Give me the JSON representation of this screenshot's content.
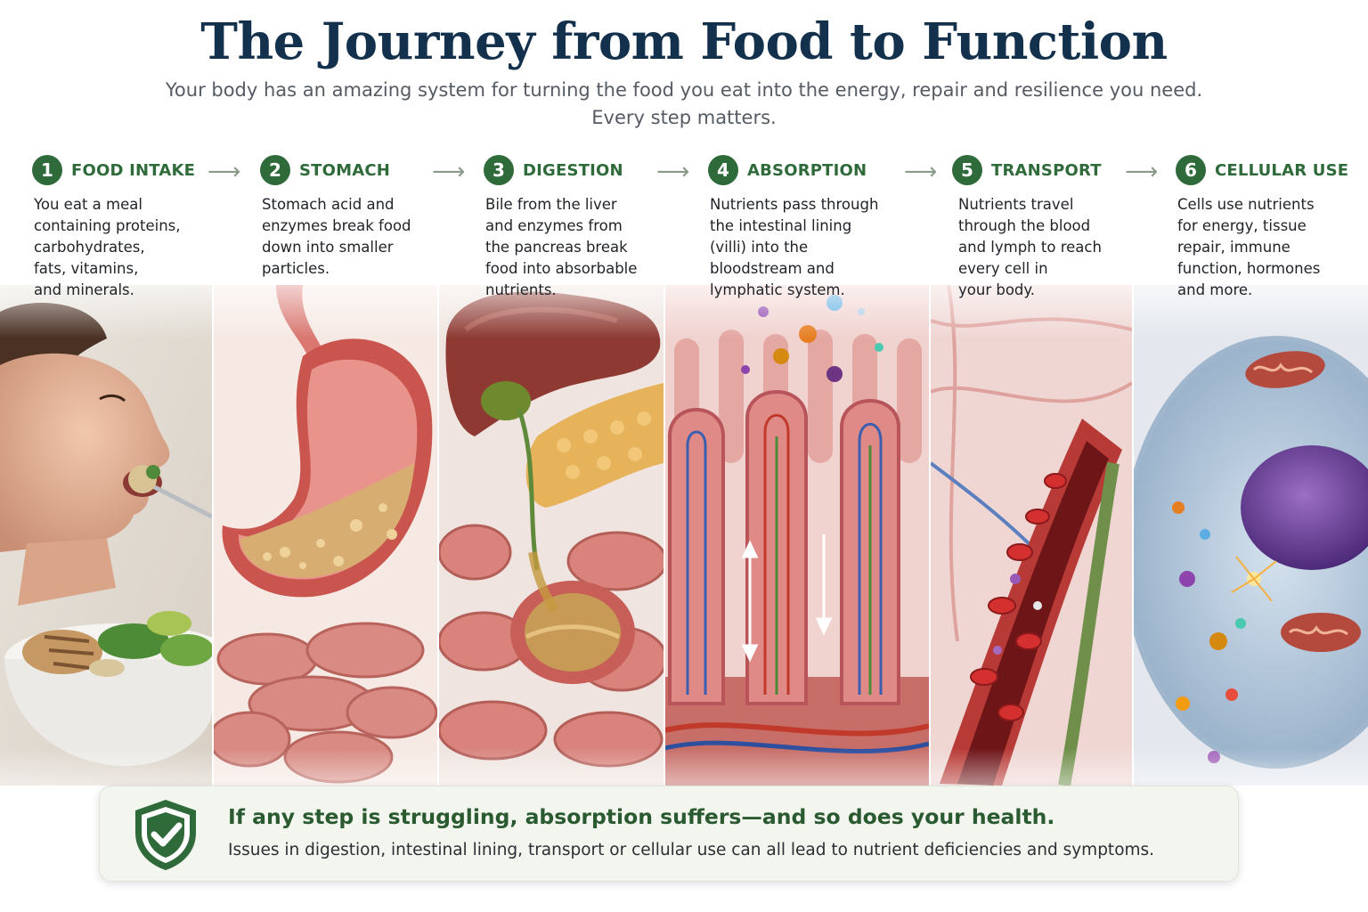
{
  "title": "The Journey from Food to Function",
  "subtitle_line1": "Your body has an amazing system for turning the food you eat into the energy, repair and resilience you need.",
  "subtitle_line2": "Every step matters.",
  "arrow_glyph": "⟶",
  "steps": [
    {
      "number": "1",
      "title": "FOOD INTAKE",
      "description": "You eat a meal\ncontaining proteins,\ncarbohydrates,\nfats, vitamins,\nand minerals."
    },
    {
      "number": "2",
      "title": "STOMACH",
      "description": "Stomach acid and\nenzymes break food\ndown into smaller\nparticles."
    },
    {
      "number": "3",
      "title": "DIGESTION",
      "description": "Bile from the liver\nand enzymes from\nthe pancreas break\nfood into absorbable\nnutrients."
    },
    {
      "number": "4",
      "title": "ABSORPTION",
      "description": "Nutrients pass through\nthe intestinal lining\n(villi) into the\nbloodstream and\nlymphatic system."
    },
    {
      "number": "5",
      "title": "TRANSPORT",
      "description": "Nutrients travel\nthrough the blood\nand lymph to reach\nevery cell in\nyour body."
    },
    {
      "number": "6",
      "title": "CELLULAR USE",
      "description": "Cells use nutrients\nfor energy, tissue\nrepair, immune\nfunction, hormones\nand more."
    }
  ],
  "callout": {
    "title": "If any step is struggling, absorption suffers—and so does your health.",
    "text": "Issues in digestion, intestinal lining, transport or cellular use can all lead to nutrient deficiencies and symptoms."
  },
  "colors": {
    "accent_green": "#2f6b3a",
    "title_navy": "#13304d",
    "tissue_pink": "#d9817a",
    "blood_red": "#b3262a"
  },
  "icons": [
    "shield-check-icon"
  ]
}
